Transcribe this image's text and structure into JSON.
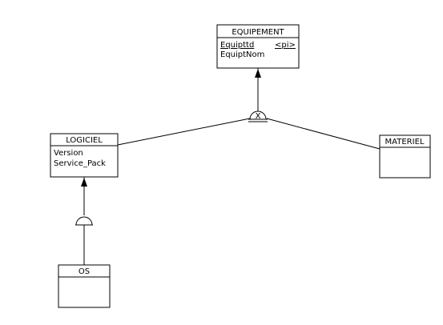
{
  "diagram": {
    "entities": {
      "equipement": {
        "name": "EQUIPEMENT",
        "attributes": [
          {
            "name": "Equipttd",
            "identifier": true,
            "tag": "<pi>"
          },
          {
            "name": "EquiptNom"
          }
        ]
      },
      "logiciel": {
        "name": "LOGICIEL",
        "attributes": [
          {
            "name": "Version"
          },
          {
            "name": "Service_Pack"
          }
        ]
      },
      "materiel": {
        "name": "MATERIEL",
        "attributes": []
      },
      "os": {
        "name": "OS",
        "attributes": []
      }
    },
    "inheritance_symbols": {
      "equipement_children": {
        "label": "X",
        "exclusive": true
      },
      "logiciel_children": {
        "label": "",
        "exclusive": false
      }
    },
    "colors": {
      "line": "#000000",
      "background": "#ffffff"
    }
  }
}
